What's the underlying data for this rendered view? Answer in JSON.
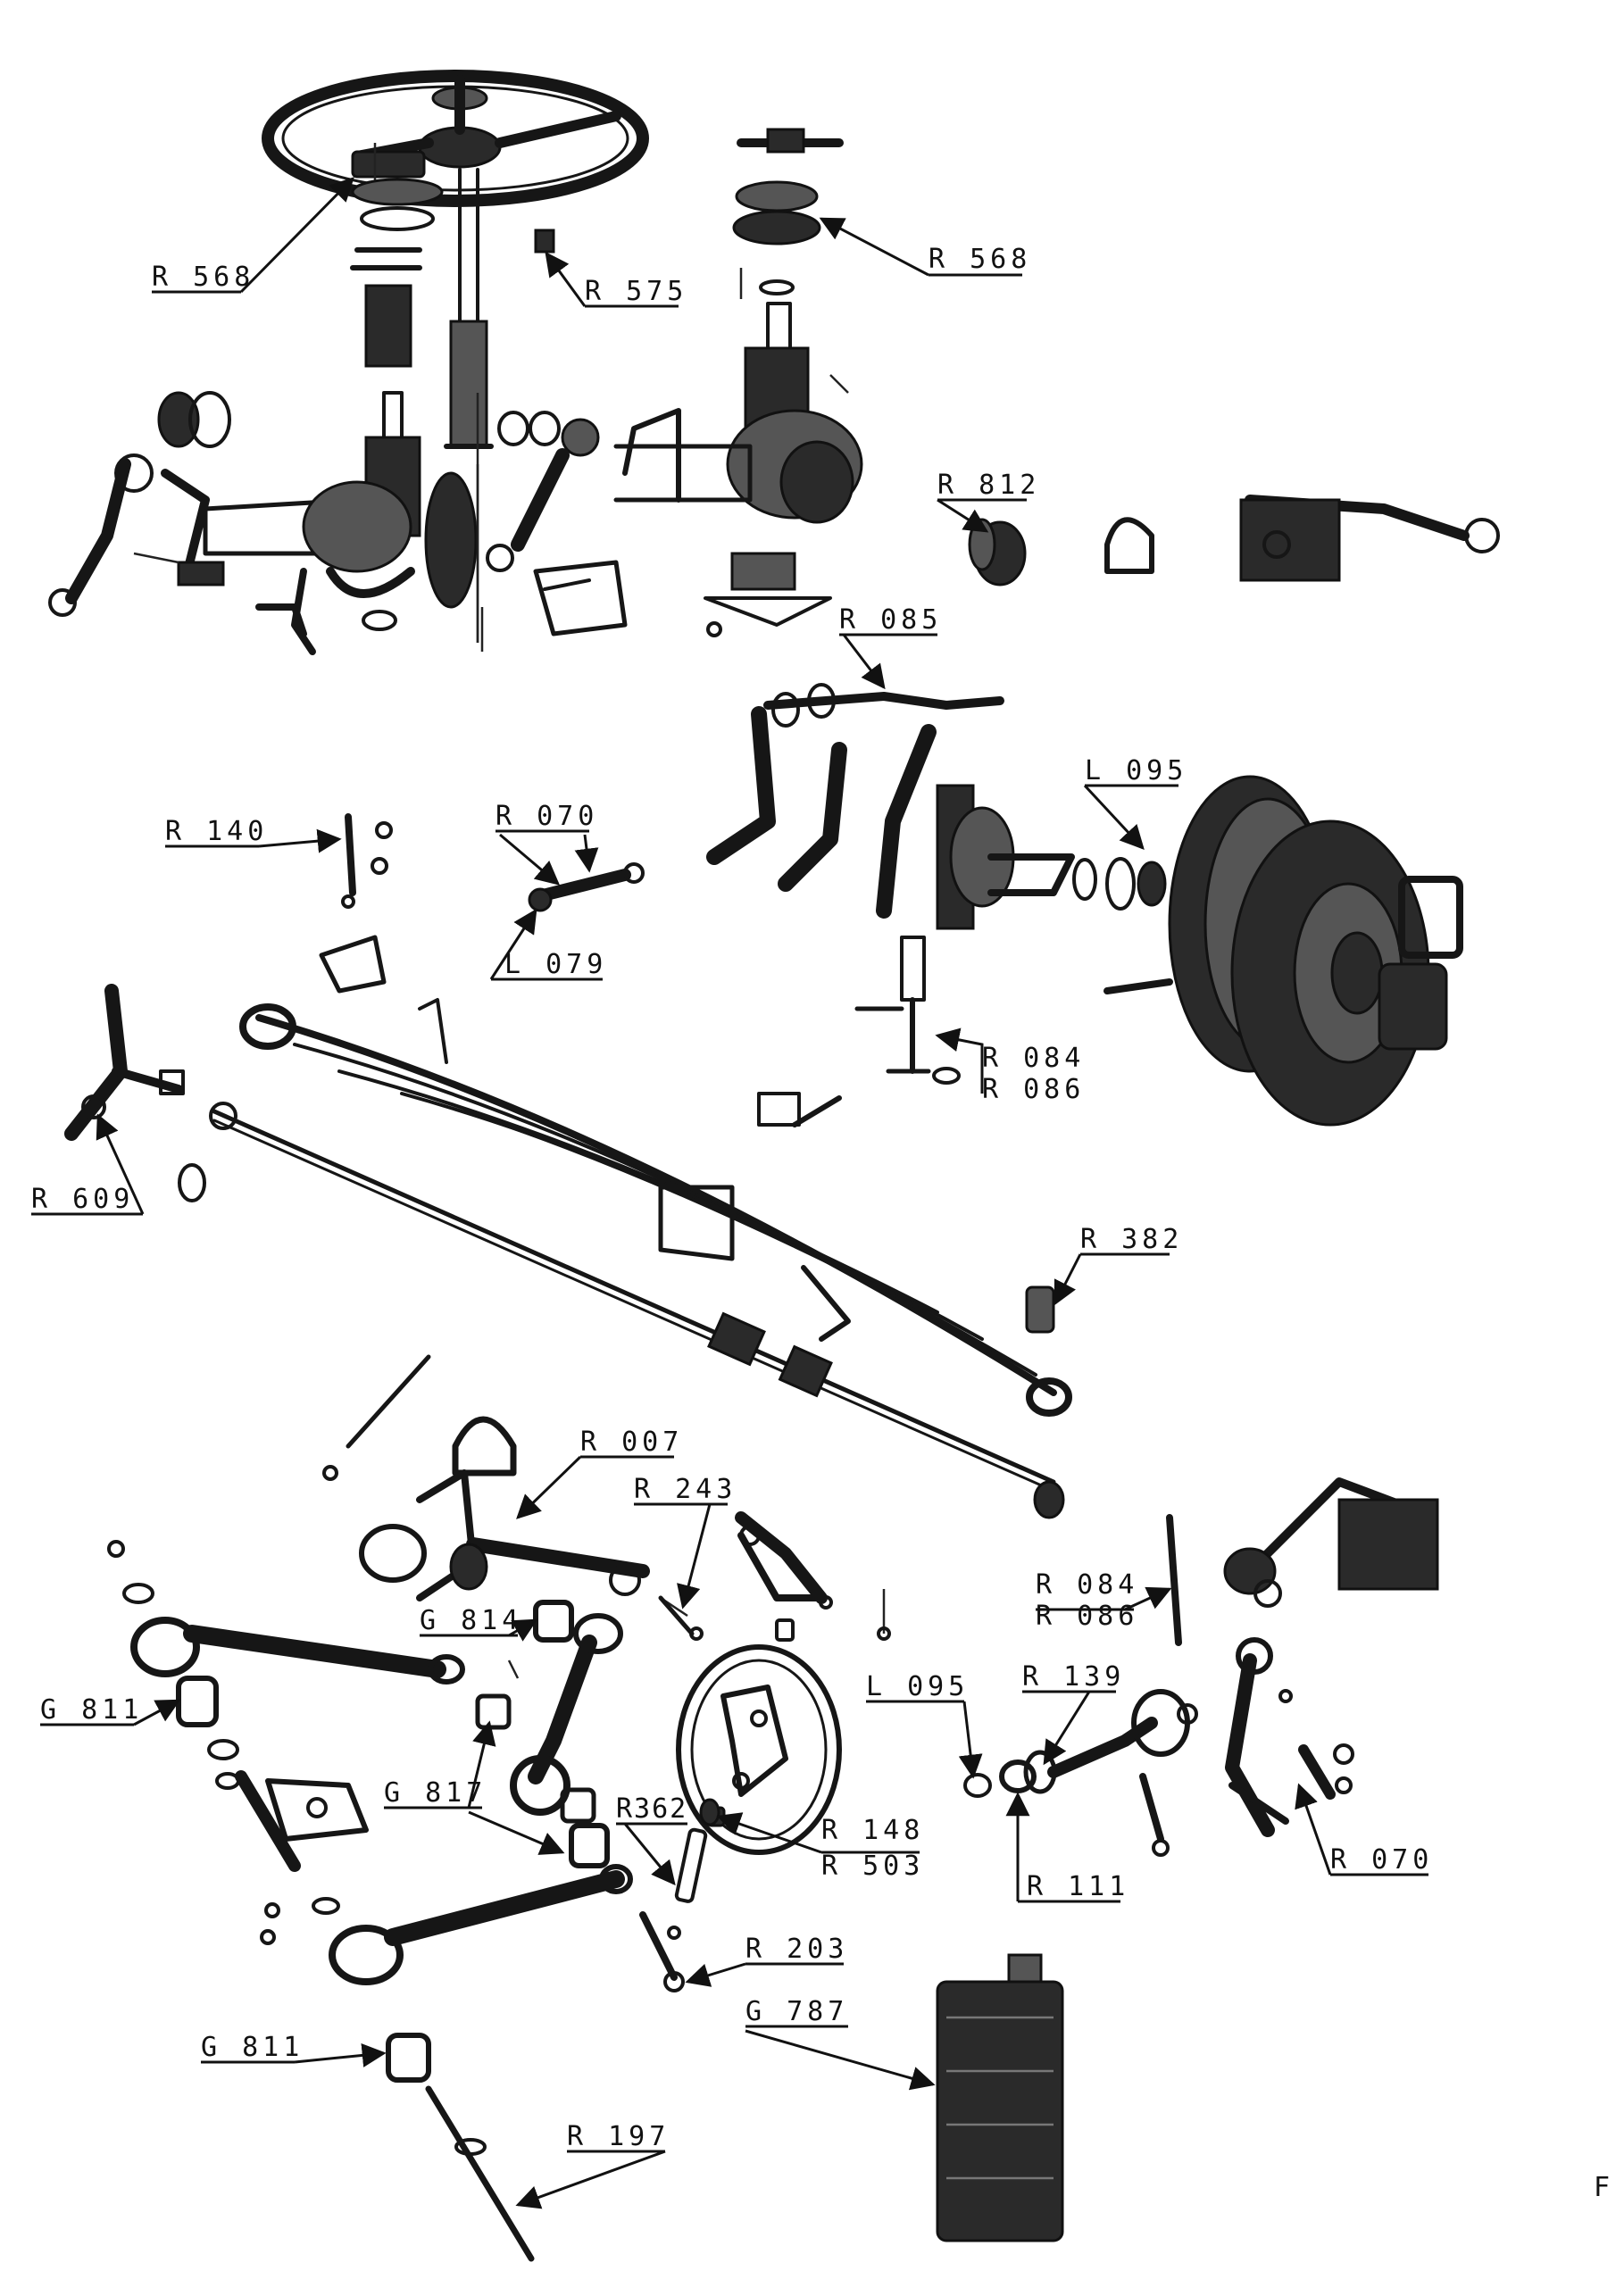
{
  "diagram": {
    "callouts": [
      {
        "id": "r568-left",
        "text": "R 568"
      },
      {
        "id": "r575",
        "text": "R 575"
      },
      {
        "id": "r568-right",
        "text": "R 568"
      },
      {
        "id": "r812",
        "text": "R 812"
      },
      {
        "id": "r085",
        "text": "R 085"
      },
      {
        "id": "l095-top",
        "text": "L 095"
      },
      {
        "id": "r140",
        "text": "R 140"
      },
      {
        "id": "r070-top",
        "text": "R 070"
      },
      {
        "id": "l079",
        "text": "L 079"
      },
      {
        "id": "r084-top",
        "text": "R 084"
      },
      {
        "id": "r086-top",
        "text": "R 086"
      },
      {
        "id": "r609",
        "text": "R 609"
      },
      {
        "id": "r382",
        "text": "R 382"
      },
      {
        "id": "r007",
        "text": "R 007"
      },
      {
        "id": "r243",
        "text": "R 243"
      },
      {
        "id": "r084-mid",
        "text": "R 084"
      },
      {
        "id": "r086-mid",
        "text": "R 086"
      },
      {
        "id": "g814",
        "text": "G 814"
      },
      {
        "id": "g811-top",
        "text": "G 811"
      },
      {
        "id": "l095-bottom",
        "text": "L 095"
      },
      {
        "id": "r139",
        "text": "R 139"
      },
      {
        "id": "g817",
        "text": "G 817"
      },
      {
        "id": "r362",
        "text": "R362"
      },
      {
        "id": "r148",
        "text": "R 148"
      },
      {
        "id": "r503",
        "text": "R 503"
      },
      {
        "id": "r111",
        "text": "R 111"
      },
      {
        "id": "r070-bottom",
        "text": "R 070"
      },
      {
        "id": "r203",
        "text": "R 203"
      },
      {
        "id": "g811-bottom",
        "text": "G 811"
      },
      {
        "id": "g787",
        "text": "G 787"
      },
      {
        "id": "r197",
        "text": "R 197"
      }
    ],
    "edge_mark": "F"
  }
}
